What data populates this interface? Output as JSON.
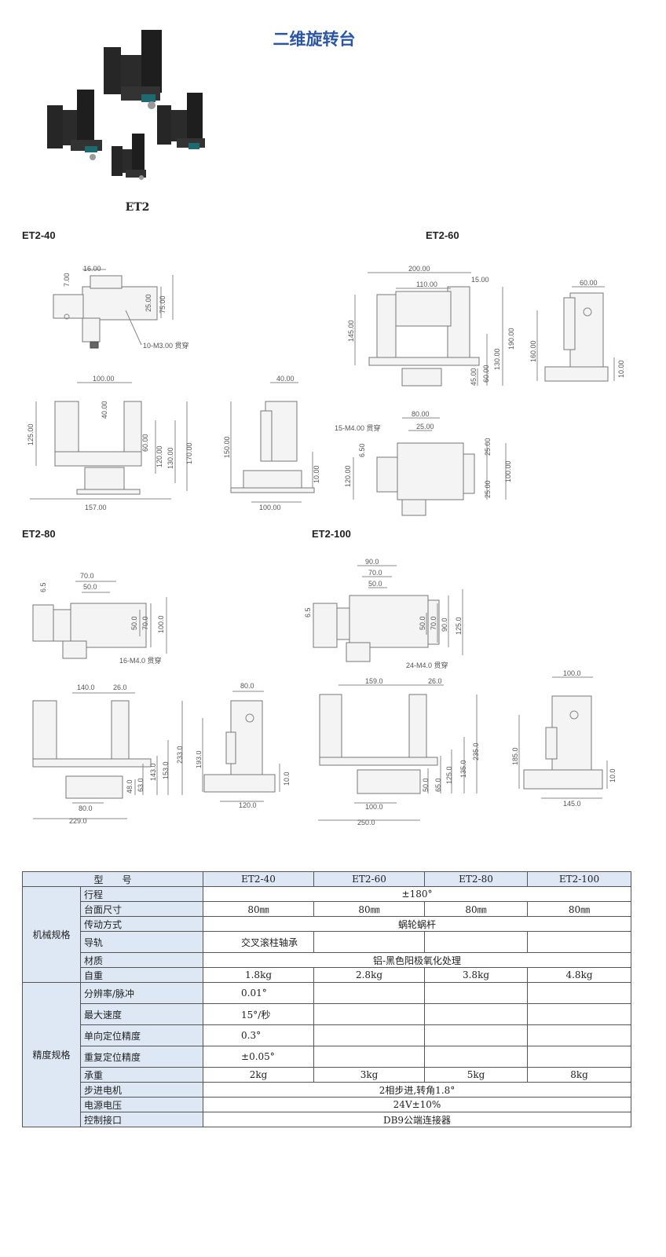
{
  "page": {
    "title": "二维旋转台",
    "hero_label": "ET2"
  },
  "models": {
    "et2_40": "ET2-40",
    "et2_60": "ET2-60",
    "et2_80": "ET2-80",
    "et2_100": "ET2-100"
  },
  "drawings": {
    "et2_40_top": {
      "d1": "16.00",
      "d2": "7.00",
      "d3": "25.00",
      "d4": "75.00",
      "note": "10-M3.00 贯穿"
    },
    "et2_40_front": {
      "d1": "100.00",
      "d2": "40.00",
      "d3": "125.00",
      "d4": "60.00",
      "d5": "120.00",
      "d6": "130.00",
      "d7": "170.00",
      "d8": "157.00"
    },
    "et2_40_side": {
      "d1": "40.00",
      "d2": "150.00",
      "d3": "10.00",
      "d4": "100.00"
    },
    "et2_60_front": {
      "d1": "200.00",
      "d2": "110.00",
      "d3": "15.00",
      "d4": "145.00",
      "d5": "190.00",
      "d6": "130.00",
      "d7": "60.00",
      "d8": "45.00"
    },
    "et2_60_side": {
      "d1": "60.00",
      "d2": "160.00",
      "d3": "10.00"
    },
    "et2_60_top": {
      "d1": "80.00",
      "d2": "25.00",
      "d3": "6.50",
      "d4": "120.00",
      "d5": "25.00",
      "d6": "100.00",
      "d7": "25.00",
      "note": "15-M4.00 贯穿"
    },
    "et2_80_top": {
      "d1": "70.0",
      "d2": "50.0",
      "d3": "6.5",
      "d4": "50.0",
      "d5": "70.0",
      "d6": "100.0",
      "note": "16-M4.0 贯穿"
    },
    "et2_80_front": {
      "d1": "140.0",
      "d2": "26.0",
      "d3": "233.0",
      "d4": "153.0",
      "d5": "143.0",
      "d6": "63.0",
      "d7": "48.0",
      "d8": "80.0",
      "d9": "229.0"
    },
    "et2_80_side": {
      "d1": "80.0",
      "d2": "193.0",
      "d3": "10.0",
      "d4": "120.0"
    },
    "et2_100_top": {
      "d1": "90.0",
      "d2": "70.0",
      "d3": "50.0",
      "d4": "6.5",
      "d5": "50.0",
      "d6": "70.0",
      "d7": "90.0",
      "d8": "125.0",
      "note": "24-M4.0 贯穿"
    },
    "et2_100_front": {
      "d1": "159.0",
      "d2": "26.0",
      "d3": "235.0",
      "d4": "135.0",
      "d5": "125.0",
      "d6": "65.0",
      "d7": "50.0",
      "d8": "100.0",
      "d9": "250.0"
    },
    "et2_100_side": {
      "d1": "100.0",
      "d2": "185.0",
      "d3": "10.0",
      "d4": "145.0"
    }
  },
  "spec": {
    "header": {
      "model": "型　　号",
      "c1": "ET2-40",
      "c2": "ET2-60",
      "c3": "ET2-80",
      "c4": "ET2-100"
    },
    "mech_group": "机械规格",
    "prec_group": "精度规格",
    "rows": {
      "travel": {
        "label": "行程",
        "value": "±180°"
      },
      "table_size": {
        "label": "台面尺寸",
        "v1": "80㎜",
        "v2": "80㎜",
        "v3": "80㎜",
        "v4": "80㎜"
      },
      "drive": {
        "label": "传动方式",
        "value": "蜗轮蜗杆"
      },
      "guide": {
        "label": "导轨",
        "v1": "交叉滚柱轴承",
        "v2": "",
        "v3": "",
        "v4": ""
      },
      "material": {
        "label": "材质",
        "value": "铝-黑色阳极氧化处理"
      },
      "weight": {
        "label": "自重",
        "v1": "1.8kg",
        "v2": "2.8kg",
        "v3": "3.8kg",
        "v4": "4.8kg"
      },
      "resolution": {
        "label": "分辨率/脉冲",
        "v1": "0.01°",
        "v2": "",
        "v3": "",
        "v4": ""
      },
      "max_speed": {
        "label": "最大速度",
        "v1": "15°/秒",
        "v2": "",
        "v3": "",
        "v4": ""
      },
      "uni_accuracy": {
        "label": "单向定位精度",
        "v1": "0.3°",
        "v2": "",
        "v3": "",
        "v4": ""
      },
      "repeat_accuracy": {
        "label": "重复定位精度",
        "v1": "±0.05°",
        "v2": "",
        "v3": "",
        "v4": ""
      },
      "load": {
        "label": "承重",
        "v1": "2kg",
        "v2": "3kg",
        "v3": "5kg",
        "v4": "8kg"
      },
      "motor": {
        "label": "步进电机",
        "value": "2相步进,转角1.8°"
      },
      "power": {
        "label": "电源电压",
        "value": "24V±10%"
      },
      "interface": {
        "label": "控制接口",
        "value": "DB9公端连接器"
      }
    }
  }
}
